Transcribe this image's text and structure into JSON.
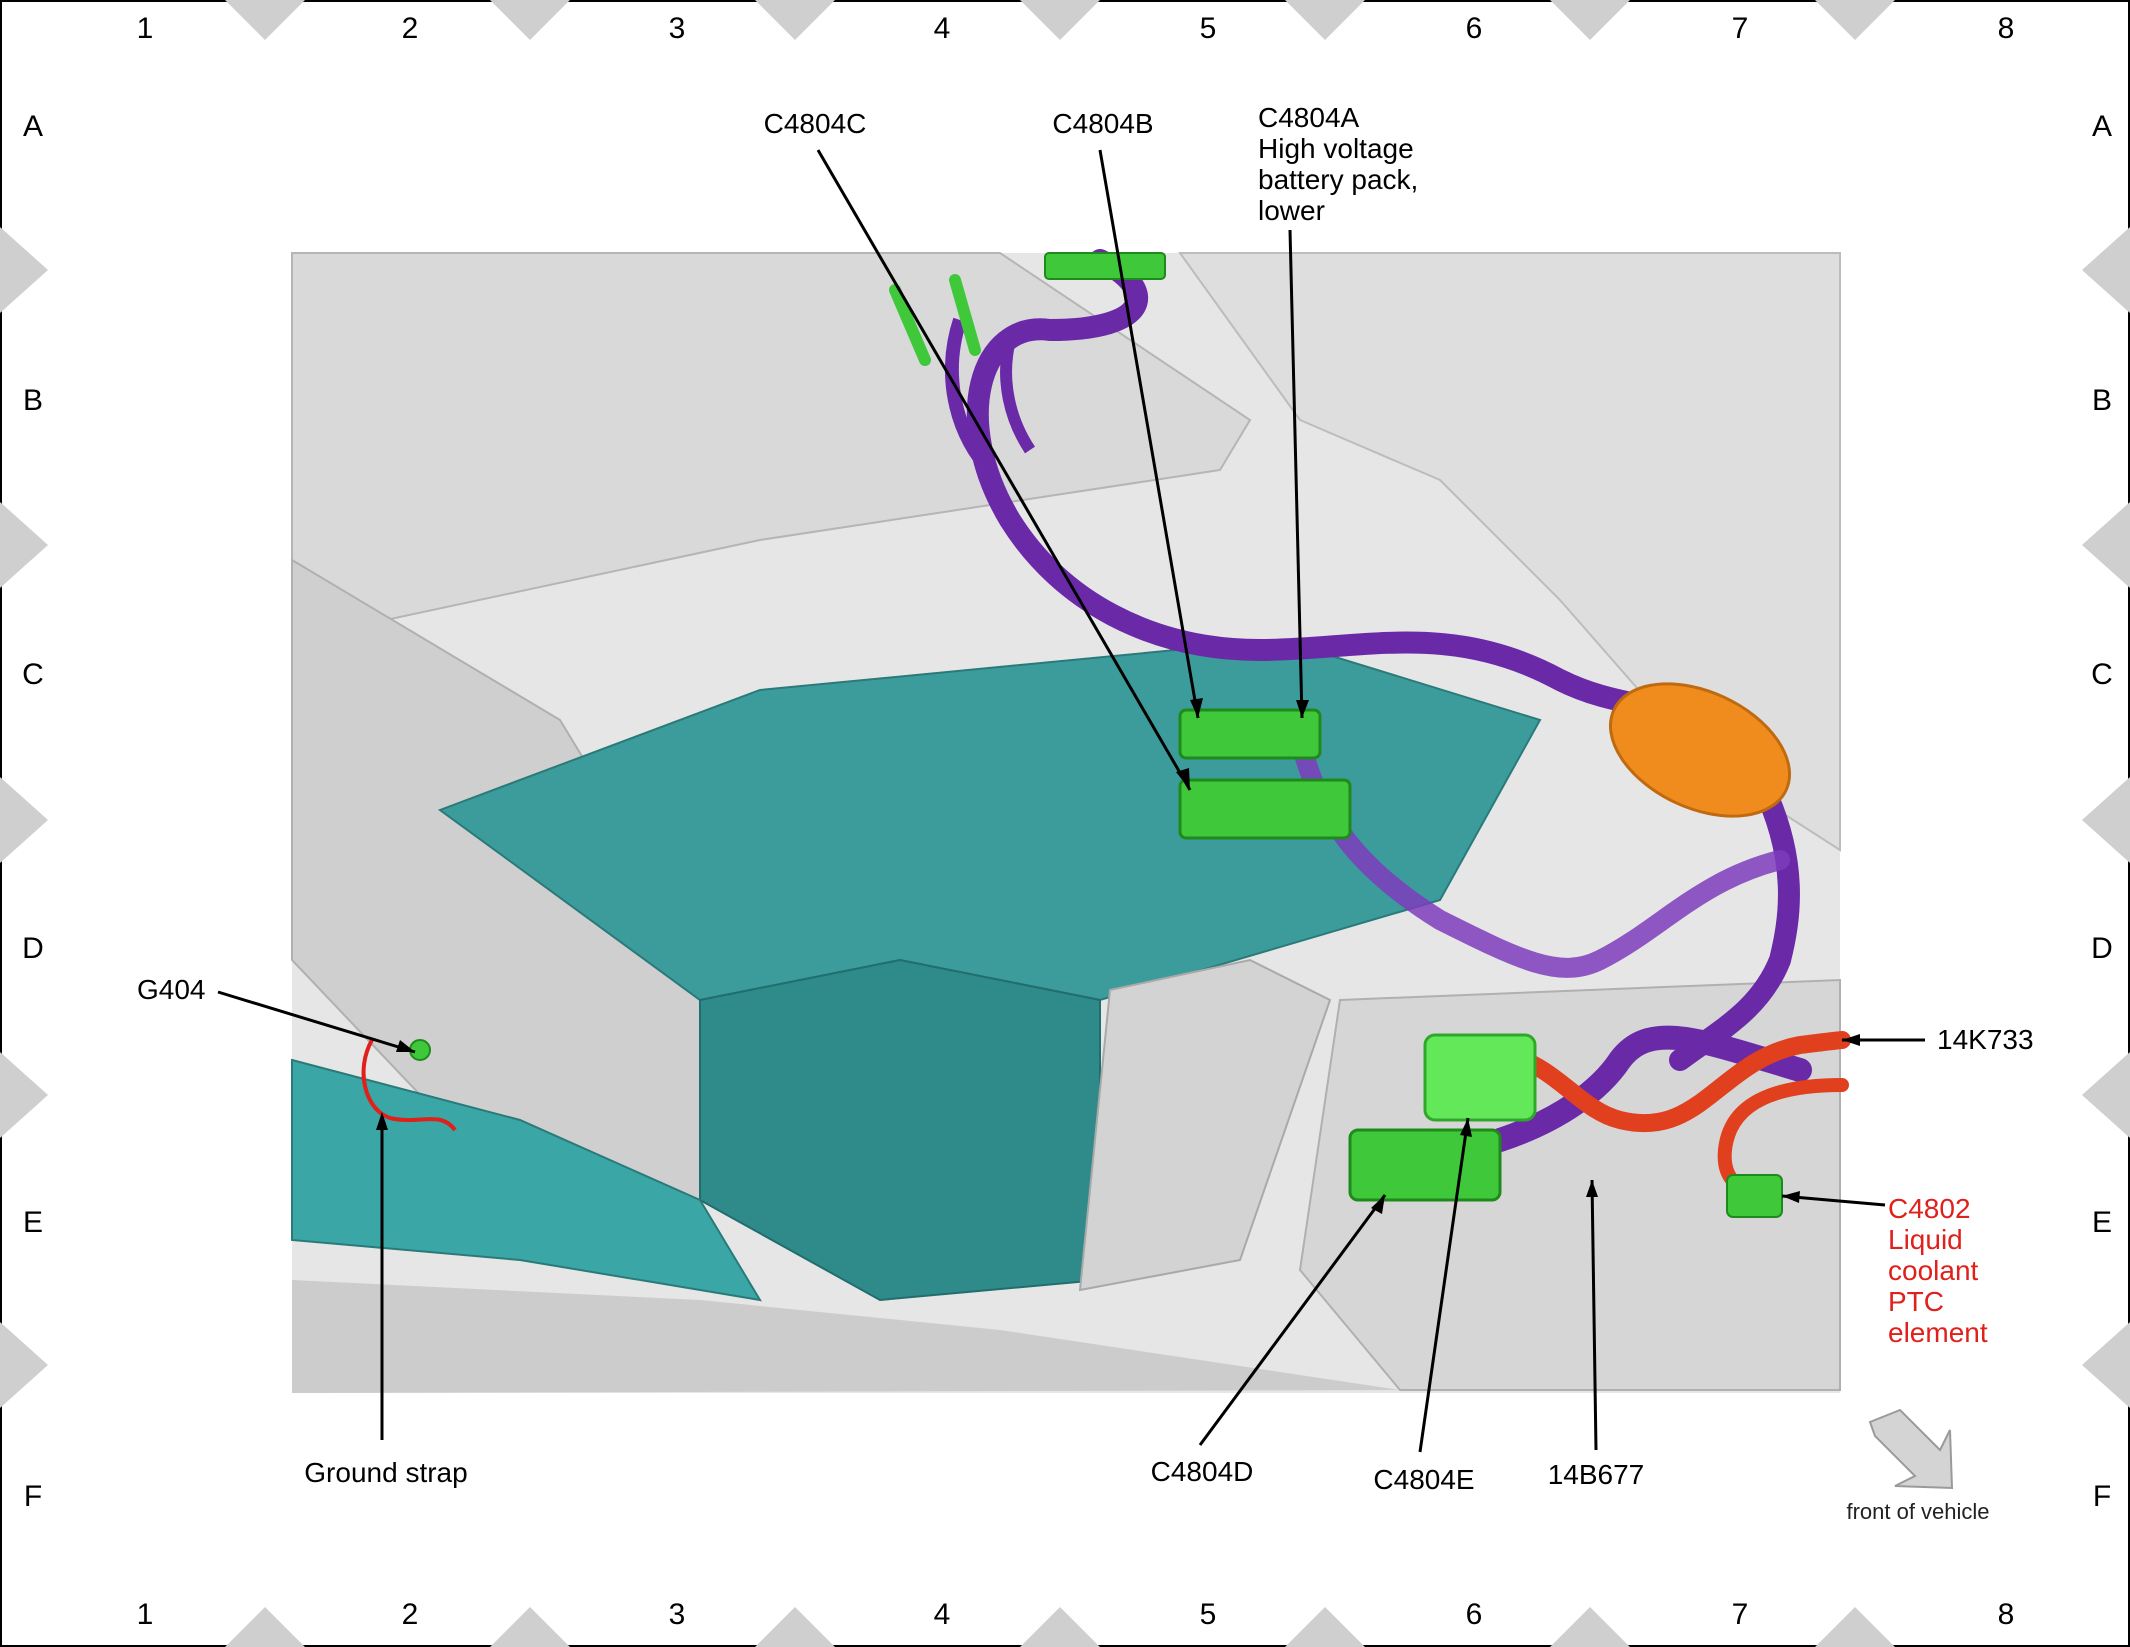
{
  "grid": {
    "columns": [
      "1",
      "2",
      "3",
      "4",
      "5",
      "6",
      "7",
      "8"
    ],
    "rows": [
      "A",
      "B",
      "C",
      "D",
      "E",
      "F"
    ]
  },
  "callouts": {
    "c4804c": "C4804C",
    "c4804b": "C4804B",
    "c4804a": [
      "C4804A",
      "High voltage",
      "battery pack,",
      "lower"
    ],
    "g404": "G404",
    "ground_strap": "Ground strap",
    "k733": "14K733",
    "c4802": [
      "C4802",
      "Liquid",
      "coolant",
      "PTC",
      "element"
    ],
    "c4804d": "C4804D",
    "c4804e": "C4804E",
    "b677": "14B677"
  },
  "orientation": {
    "label": "front of vehicle"
  },
  "colors": {
    "connector": "#3fc83a",
    "connector_light": "#63e85a",
    "harness": "#6a2aa8",
    "coolant_harness": "#e0401e",
    "battery": "#3c9c9c",
    "fuse_cover": "#f08c1e",
    "structure": "#d8d8d8",
    "warning_text": "#e0201b"
  }
}
